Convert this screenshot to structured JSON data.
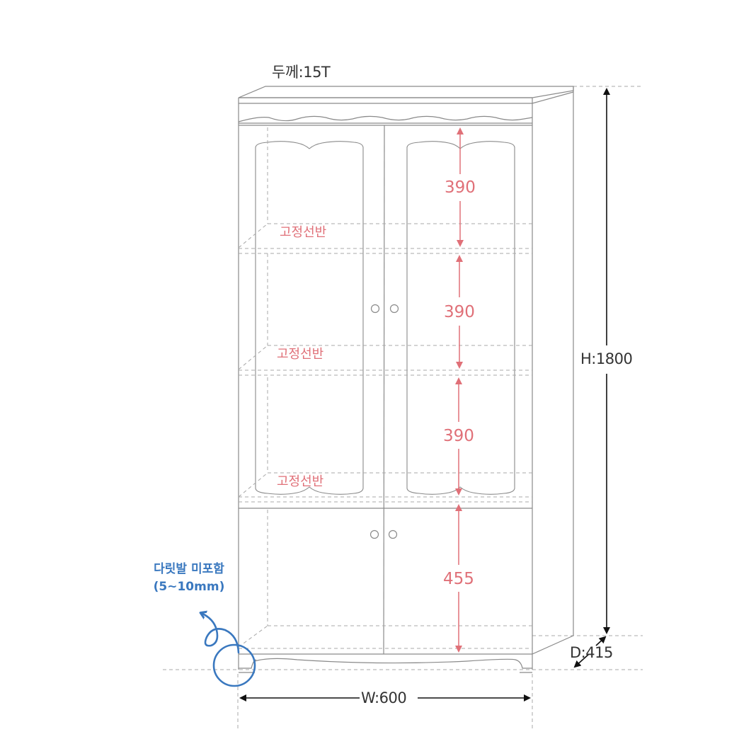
{
  "diagram": {
    "type": "furniture-dimension-drawing",
    "subject": "glass-door display cabinet"
  },
  "labels": {
    "thickness": "두께:15T",
    "height": "H:1800",
    "width": "W:600",
    "depth": "D:415",
    "shelf_label": "고정선반",
    "shelves": [
      "고정선반",
      "고정선반",
      "고정선반"
    ],
    "compartments": [
      "390",
      "390",
      "390",
      "455"
    ],
    "note_line1": "다릿발 미포함",
    "note_line2": "(5~10mm)"
  },
  "colors": {
    "outline": "#8a8a8a",
    "dashed": "#a8a8a8",
    "dimension_black": "#111111",
    "dimension_red": "#e07078",
    "note_blue": "#3a78bf"
  }
}
